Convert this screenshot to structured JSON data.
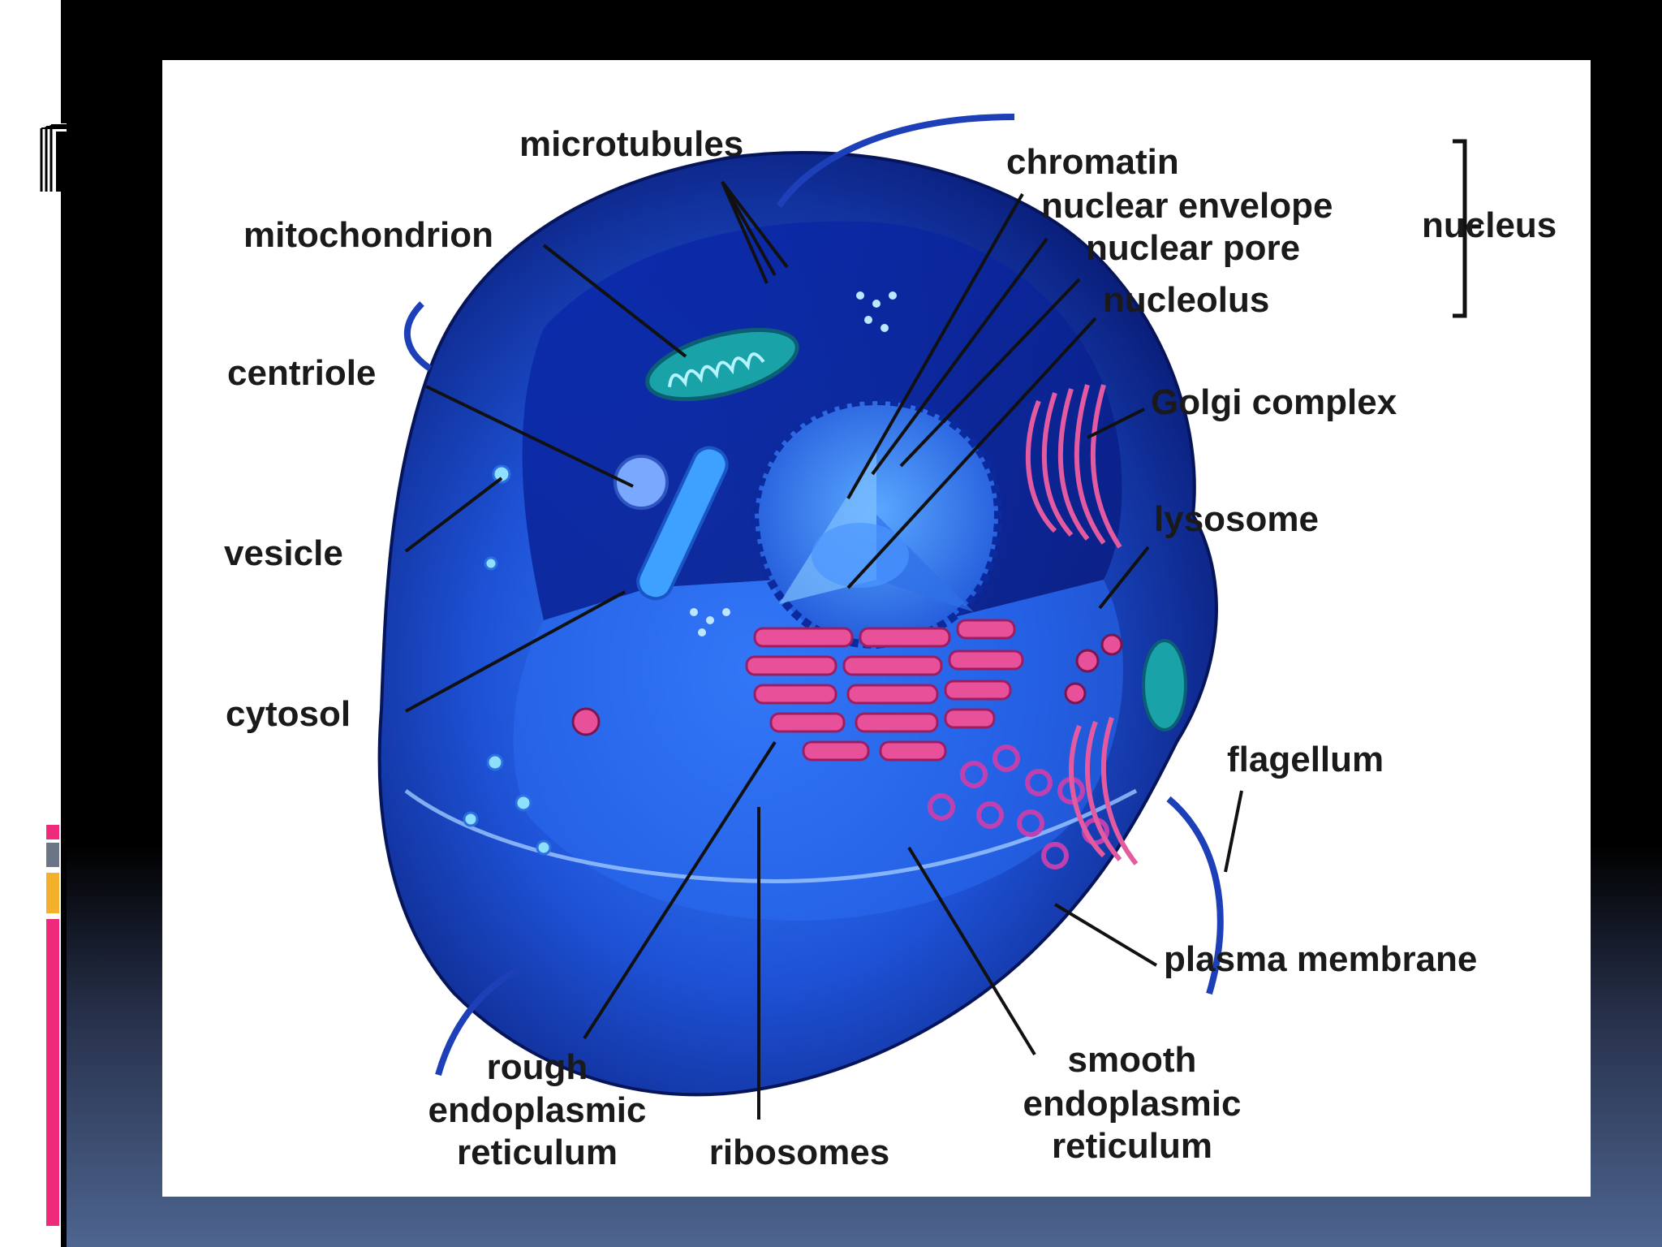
{
  "labels": {
    "microtubules": "microtubules",
    "mitochondrion": "mitochondrion",
    "centriole": "centriole",
    "vesicle": "vesicle",
    "cytosol": "cytosol",
    "chromatin": "chromatin",
    "nuclear_envelope": "nuclear envelope",
    "nuclear_pore": "nuclear pore",
    "nucleolus": "nucleolus",
    "nucleus": "nucleus",
    "golgi_complex": "Golgi complex",
    "lysosome": "lysosome",
    "flagellum": "flagellum",
    "plasma_membrane": "plasma membrane",
    "rough_er": [
      "rough",
      "endoplasmic",
      "reticulum"
    ],
    "ribosomes": "ribosomes",
    "smooth_er": [
      "smooth",
      "endoplasmic",
      "reticulum"
    ]
  },
  "colors": {
    "cell_blue": "#1e52d6",
    "cell_dark": "#0a1e7a",
    "er_pink": "#e8509a",
    "accent_pink": "#ee2b7b",
    "accent_gold": "#f2b02b"
  }
}
